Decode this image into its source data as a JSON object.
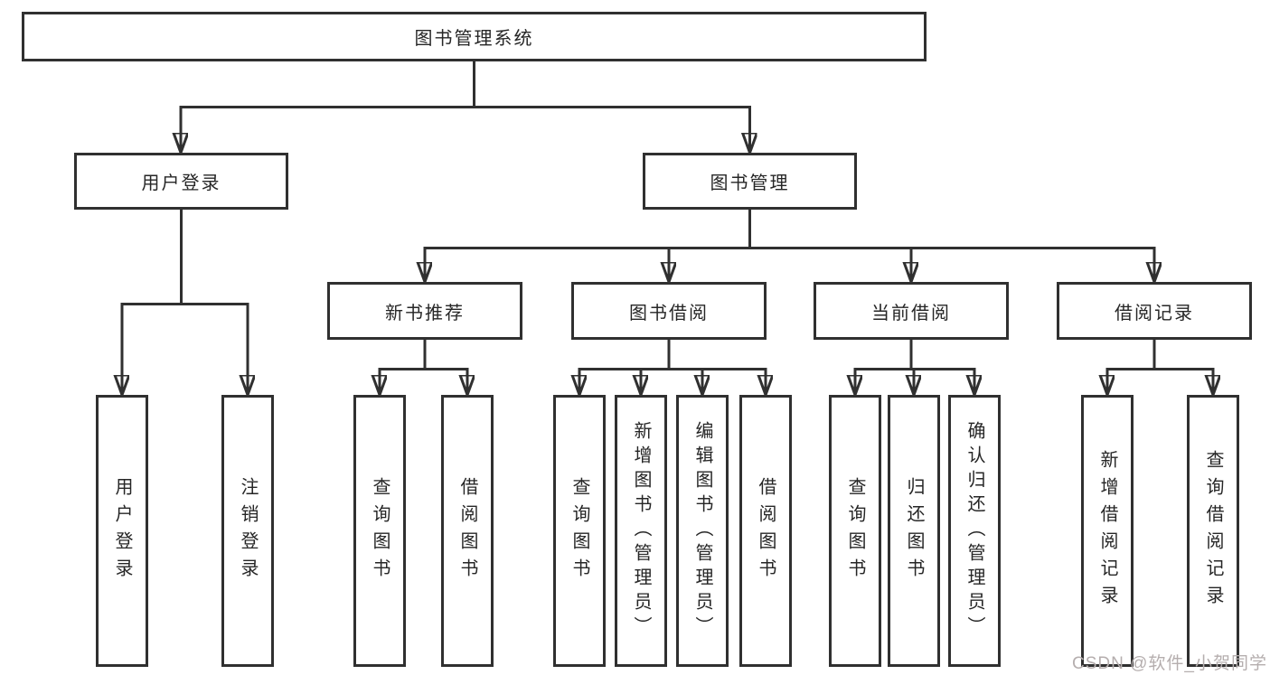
{
  "diagram": {
    "root": "图书管理系统",
    "level2": {
      "user_login": "用户登录",
      "book_mgmt": "图书管理"
    },
    "level3": {
      "new_book_rec": "新书推荐",
      "book_borrow": "图书借阅",
      "current_borrow": "当前借阅",
      "borrow_records": "借阅记录"
    },
    "leaves": {
      "ul_login": "用户登录",
      "ul_logout": "注销登录",
      "rec_query": "查询图书",
      "rec_borrow": "借阅图书",
      "bb_query": "查询图书",
      "bb_add": "新增图书（管理员）",
      "bb_edit": "编辑图书（管理员）",
      "bb_borrow": "借阅图书",
      "cb_query": "查询图书",
      "cb_return": "归还图书",
      "cb_confirm": "确认归还（管理员）",
      "br_add": "新增借阅记录",
      "br_query": "查询借阅记录"
    }
  },
  "watermark": "CSDN @软件_小贺同学",
  "colors": {
    "line": "#303030",
    "text": "#262626",
    "watermark": "#b5aeae",
    "background": "#ffffff"
  }
}
